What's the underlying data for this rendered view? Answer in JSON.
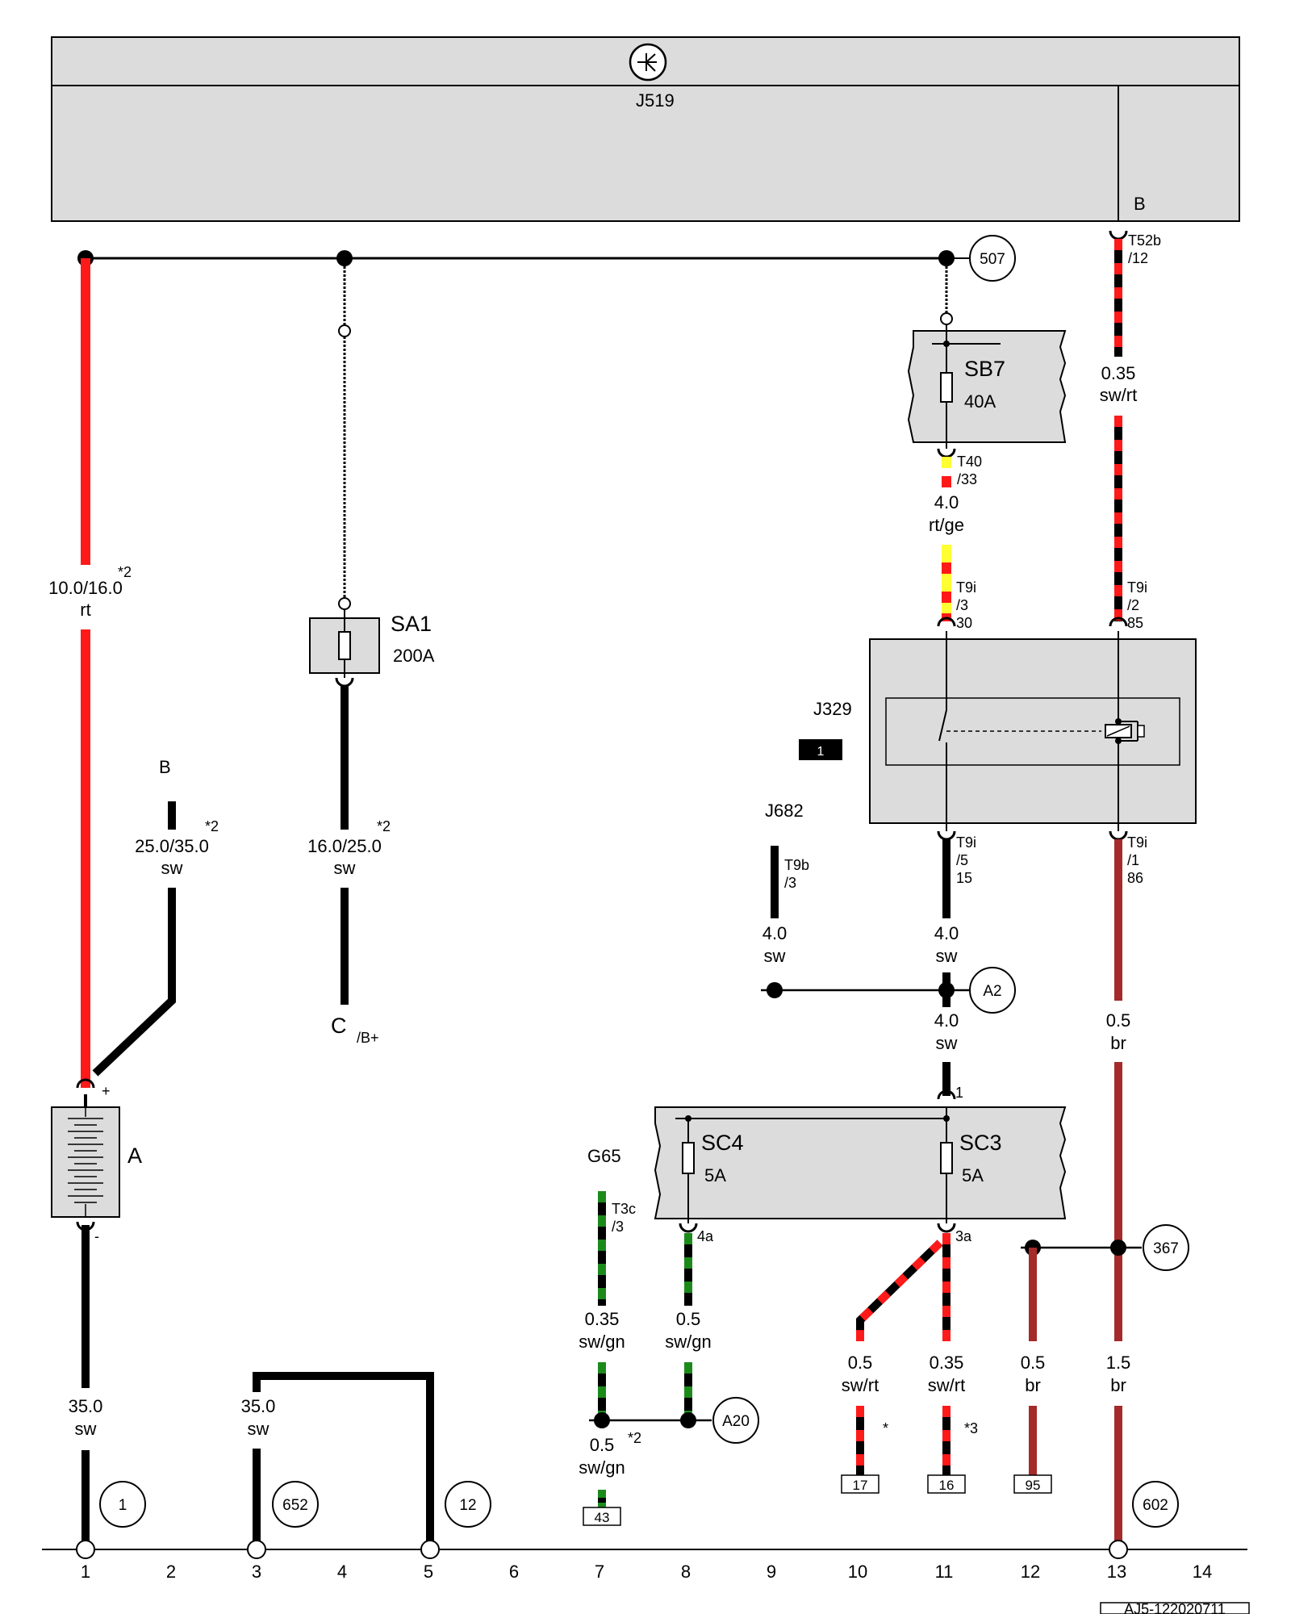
{
  "components": {
    "j519": "J519",
    "sb7": "SB7",
    "sb7_rating": "40A",
    "sa1": "SA1",
    "sa1_rating": "200A",
    "j329": "J329",
    "j329_badge": "1",
    "j682": "J682",
    "sc4": "SC4",
    "sc4_rating": "5A",
    "sc3": "SC3",
    "sc3_rating": "5A",
    "g65": "G65",
    "battery": "A",
    "battery_plus": "+",
    "battery_minus": "-"
  },
  "connectors": {
    "t52b": "T52b",
    "t52b_pin": "/12",
    "j519_b": "B",
    "t40": "T40",
    "t40_pin": "/33",
    "t9i_a": "T9i",
    "t9i_a_pin": "/3",
    "t9i_a_term": "30",
    "t9i_b": "T9i",
    "t9i_b_pin": "/2",
    "t9i_b_term": "85",
    "t9i_c": "T9i",
    "t9i_c_pin": "/5",
    "t9i_c_term": "15",
    "t9i_d": "T9i",
    "t9i_d_pin": "/1",
    "t9i_d_term": "86",
    "t9b": "T9b",
    "t9b_pin": "/3",
    "t3c": "T3c",
    "t3c_pin": "/3",
    "sc_in": "1",
    "sc4_out": "4a",
    "sc3_out": "3a",
    "b_branch": "B",
    "c_label": "C",
    "c_sub": "/B+"
  },
  "wires": {
    "w_red_battery": {
      "size": "10.0/16.0",
      "color": "rt",
      "note": "*2"
    },
    "w_b_branch": {
      "size": "25.0/35.0",
      "color": "sw",
      "note": "*2"
    },
    "w_sa1": {
      "size": "16.0/25.0",
      "color": "sw",
      "note": "*2"
    },
    "w_t40": {
      "size": "4.0",
      "color": "rt/ge"
    },
    "w_t52b": {
      "size": "0.35",
      "color": "sw/rt"
    },
    "w_j682": {
      "size": "4.0",
      "color": "sw"
    },
    "w_t9i15": {
      "size": "4.0",
      "color": "sw"
    },
    "w_a2_down": {
      "size": "4.0",
      "color": "sw"
    },
    "w_t9i86": {
      "size": "0.5",
      "color": "br"
    },
    "w_g65": {
      "size": "0.35",
      "color": "sw/gn"
    },
    "w_sc4": {
      "size": "0.5",
      "color": "sw/gn"
    },
    "w_a20_down": {
      "size": "0.5",
      "color": "sw/gn",
      "note": "*2"
    },
    "w_sc3_a": {
      "size": "0.5",
      "color": "sw/rt",
      "note": "*"
    },
    "w_sc3_b": {
      "size": "0.35",
      "color": "sw/rt",
      "note": "*3"
    },
    "w_367_a": {
      "size": "0.5",
      "color": "br"
    },
    "w_367_b": {
      "size": "1.5",
      "color": "br"
    },
    "w_ground1": {
      "size": "35.0",
      "color": "sw"
    },
    "w_ground3": {
      "size": "35.0",
      "color": "sw"
    }
  },
  "references": {
    "r507": "507",
    "a2": "A2",
    "a20": "A20",
    "r367": "367",
    "r1": "1",
    "r652": "652",
    "r12": "12",
    "r602": "602"
  },
  "terminals": {
    "t17": "17",
    "t16": "16",
    "t95": "95",
    "t43": "43"
  },
  "columns": [
    "1",
    "2",
    "3",
    "4",
    "5",
    "6",
    "7",
    "8",
    "9",
    "10",
    "11",
    "12",
    "13",
    "14"
  ],
  "doc_id": "AJ5-122020711",
  "colors": {
    "red": "#ff1a1a",
    "black": "#000000",
    "yellow": "#ffff33",
    "green": "#1b8a1b",
    "brown": "#a52a2a",
    "box_fill": "#dcdcdc"
  }
}
